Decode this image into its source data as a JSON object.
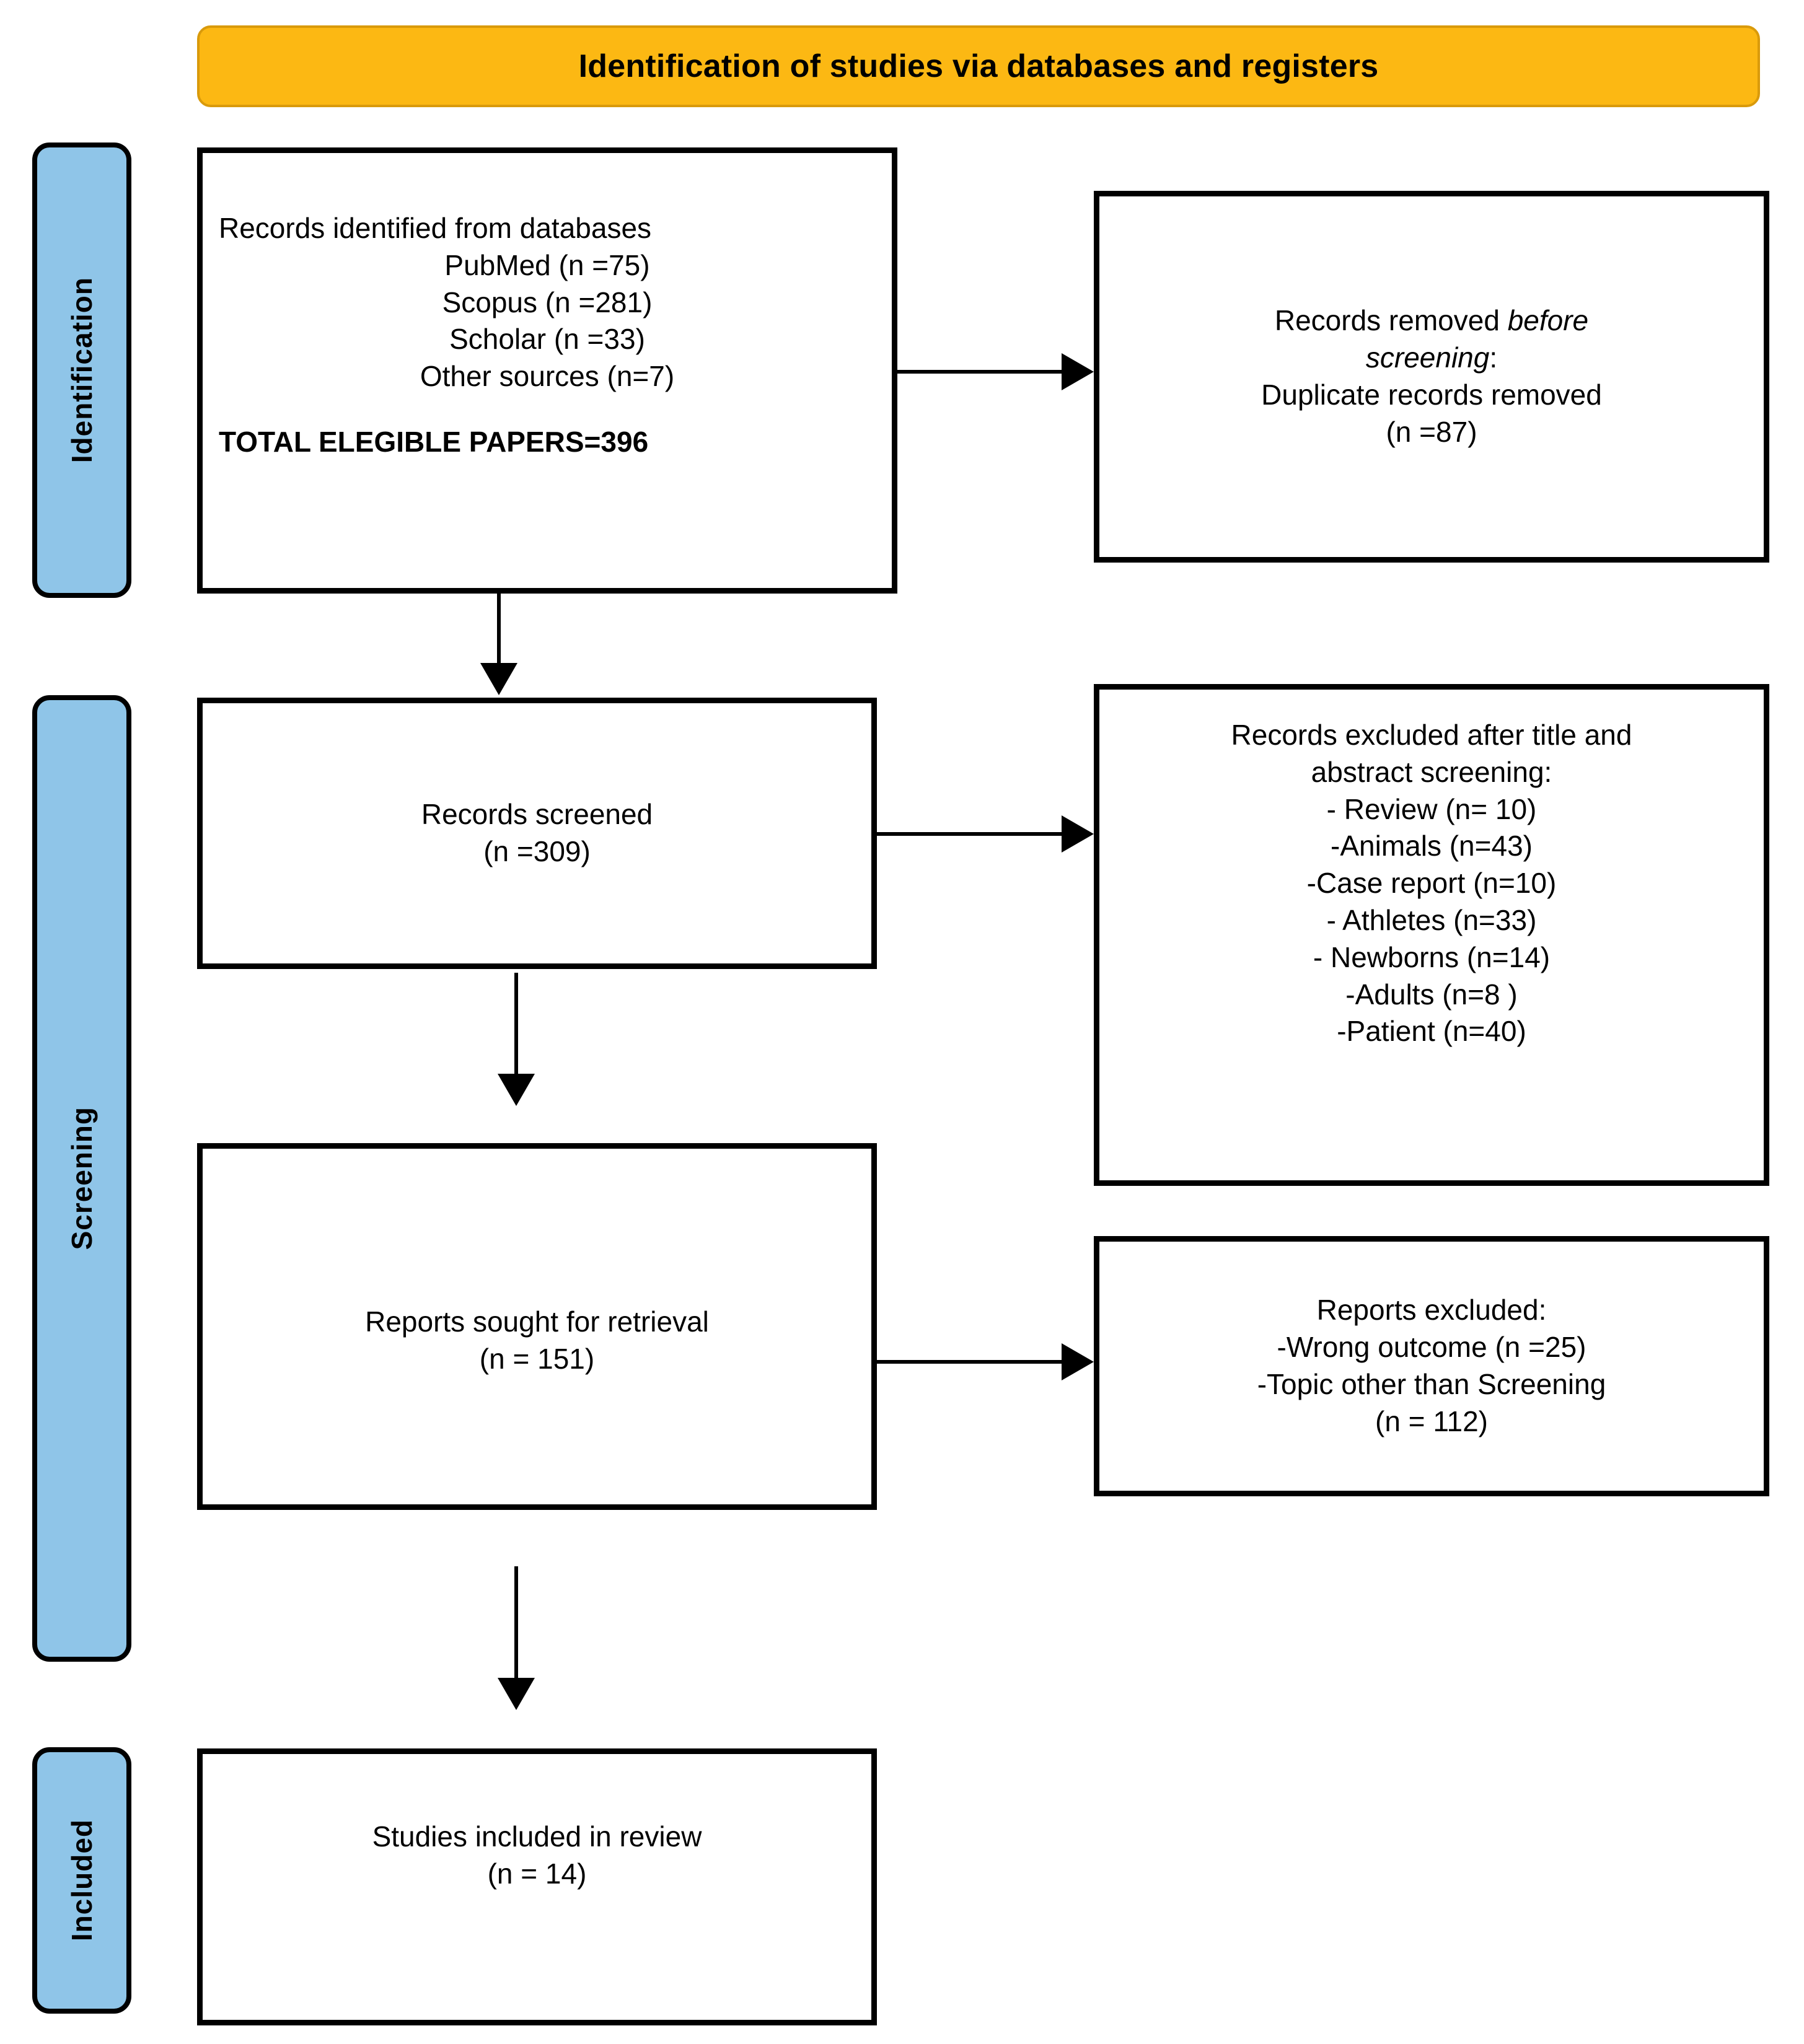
{
  "banner": {
    "title": "Identification of studies via databases and registers"
  },
  "stages": [
    {
      "id": "identification",
      "label": "Identification"
    },
    {
      "id": "screening",
      "label": "Screening"
    },
    {
      "id": "included",
      "label": "Included"
    }
  ],
  "boxes": {
    "identified": {
      "lines": [
        "Records identified from databases",
        "PubMed (n =75)",
        "Scopus (n =281)",
        "Scholar (n =33)",
        "Other sources (n=7)"
      ],
      "total_label": "TOTAL ELEGIBLE PAPERS=396"
    },
    "duplicates": {
      "line1_plain": "Records removed ",
      "line1_italic": "before",
      "line2_italic": "screening",
      "line2_plain": ":",
      "line3": "Duplicate records removed",
      "line4": "(n =87)"
    },
    "screened": {
      "line1": "Records screened",
      "line2": "(n =309)"
    },
    "excluded_title_abstract": {
      "heading1": "Records excluded after title and",
      "heading2": "abstract screening:",
      "items": [
        "- Review (n= 10)",
        "-Animals (n=43)",
        "-Case report (n=10)",
        "- Athletes (n=33)",
        "- Newborns (n=14)",
        "-Adults (n=8 )",
        "-Patient (n=40)"
      ]
    },
    "sought": {
      "line1": "Reports sought for retrieval",
      "line2": "(n = 151)"
    },
    "reports_excluded": {
      "heading": "Reports excluded:",
      "items": [
        "-Wrong outcome (n =25)",
        "-Topic other than Screening",
        "(n = 112)"
      ]
    },
    "included": {
      "line1": "Studies included in review",
      "line2": "(n = 14)"
    }
  },
  "colors": {
    "banner_fill": "#FCB813",
    "banner_border": "#D99A0B",
    "stage_fill": "#8FC5E8",
    "outline": "#000000"
  }
}
